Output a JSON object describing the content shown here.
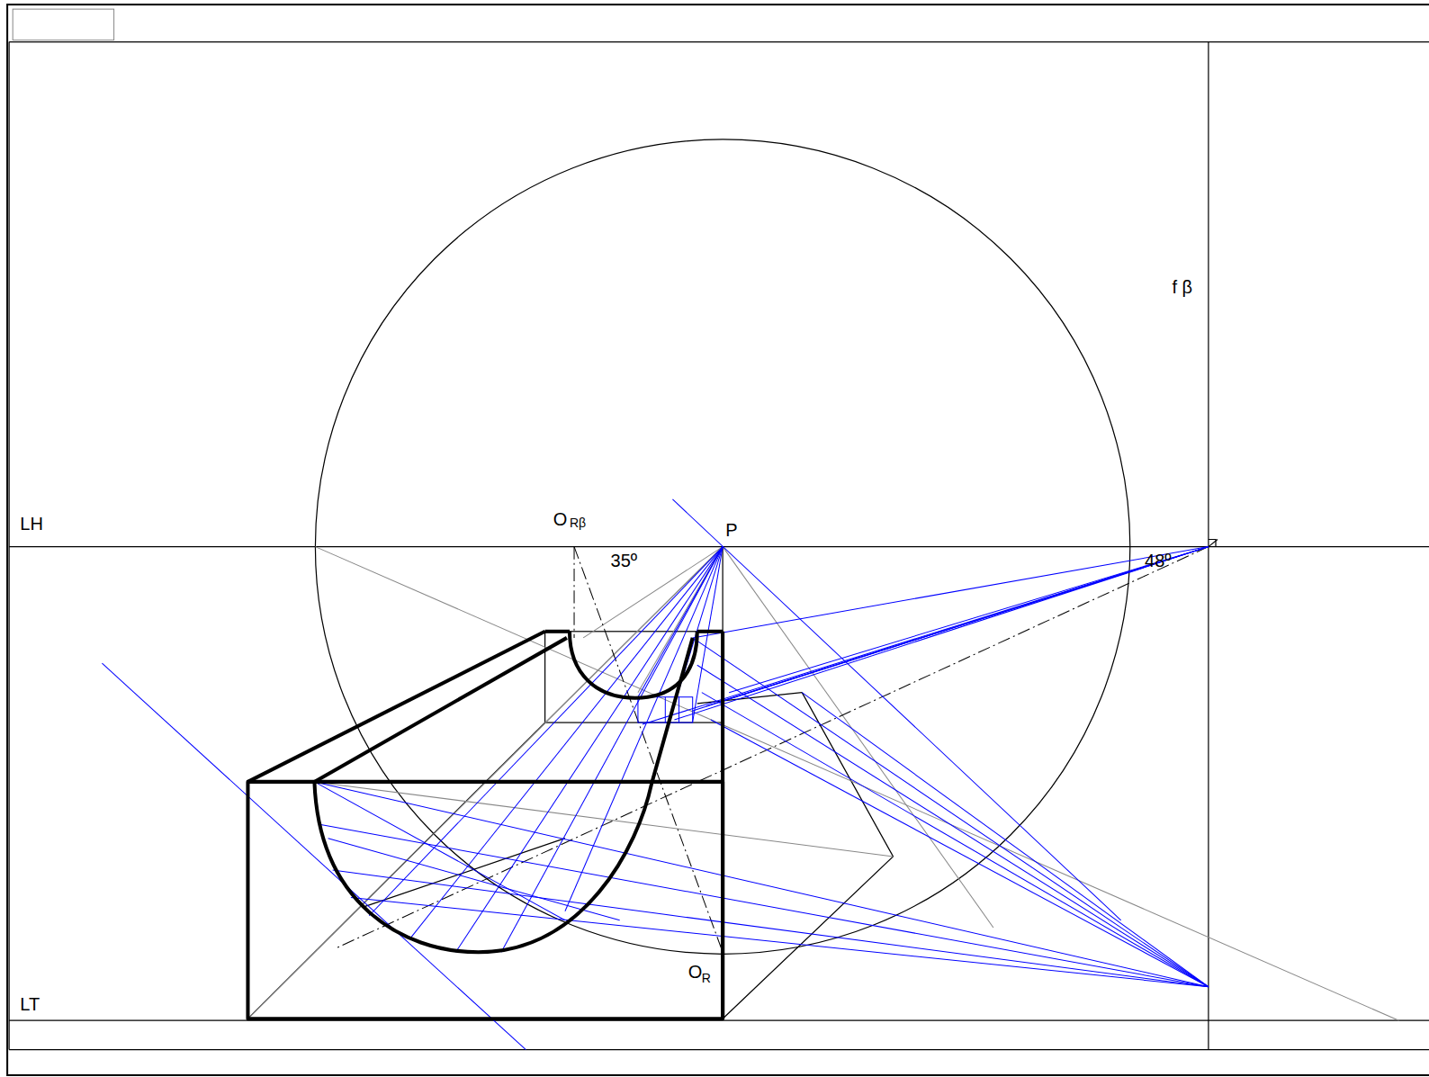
{
  "diagram": {
    "labels": [
      "LH",
      "LT",
      "P",
      "O",
      "Rβ",
      "35º",
      "48º",
      "f β",
      "O",
      "R"
    ]
  }
}
